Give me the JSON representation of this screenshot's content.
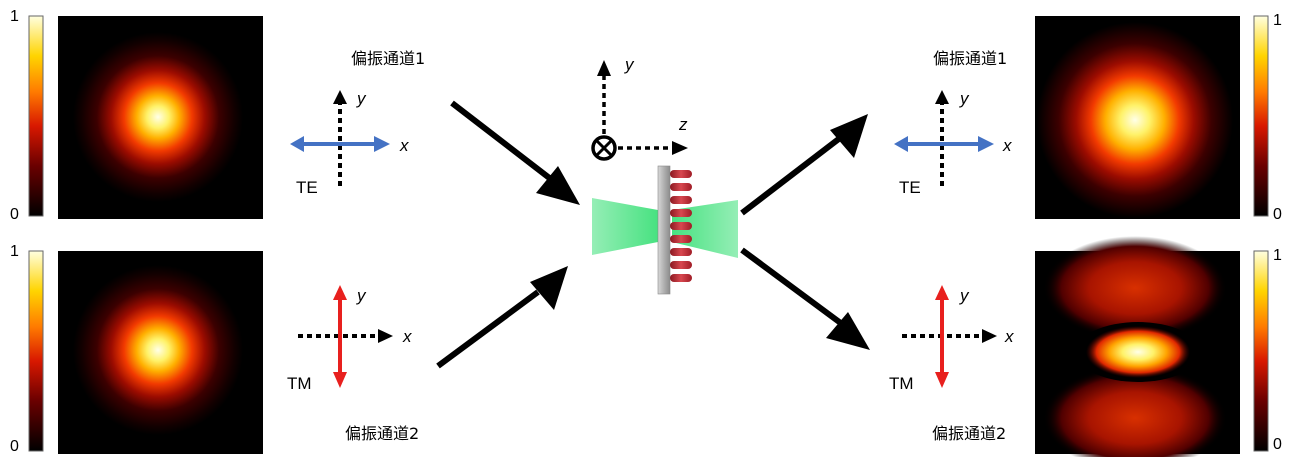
{
  "channel1_label": "偏振通道1",
  "channel2_label": "偏振通道2",
  "mode_te": "TE",
  "mode_tm": "TM",
  "axis_x": "x",
  "axis_y": "y",
  "axis_z": "z",
  "colorbar_max": "1",
  "colorbar_min": "0",
  "colors": {
    "te_arrow": "#4472c4",
    "tm_arrow": "#e8201e",
    "beam": "#3ee07a",
    "meta_pillar": "#c8323c",
    "substrate": "#b4b4b4"
  },
  "panels": {
    "input_top": "gaussian",
    "input_bottom": "gaussian",
    "output_top": "gaussian",
    "output_bottom": "ring-split"
  }
}
